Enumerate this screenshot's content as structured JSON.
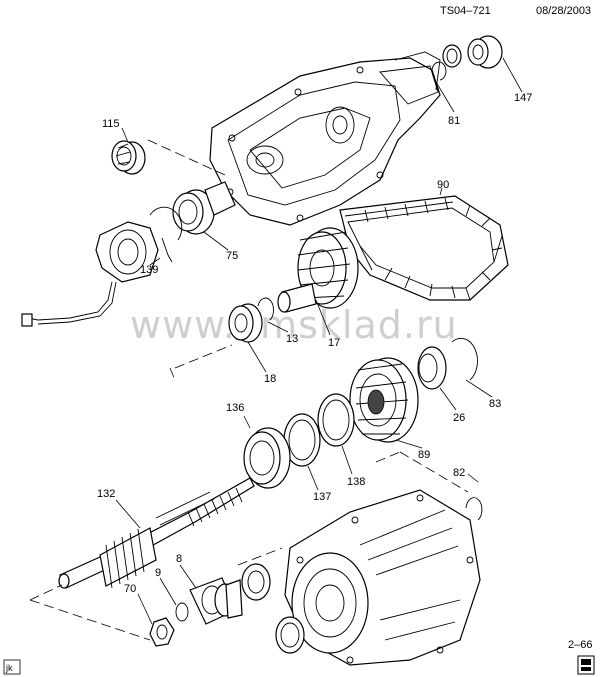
{
  "header": {
    "ref": "TS04–721",
    "date": "08/28/2003"
  },
  "watermark": "www.amsklad.ru",
  "page_number": "2–66",
  "corner_tag": "jk",
  "callouts": {
    "c115": "115",
    "c81": "81",
    "c147": "147",
    "c90": "90",
    "c75": "75",
    "c139": "139",
    "c13": "13",
    "c17": "17",
    "c18": "18",
    "c83": "83",
    "c26": "26",
    "c136": "136",
    "c89": "89",
    "c137": "137",
    "c138": "138",
    "c82": "82",
    "c132": "132",
    "c8": "8",
    "c9": "9",
    "c70": "70"
  }
}
